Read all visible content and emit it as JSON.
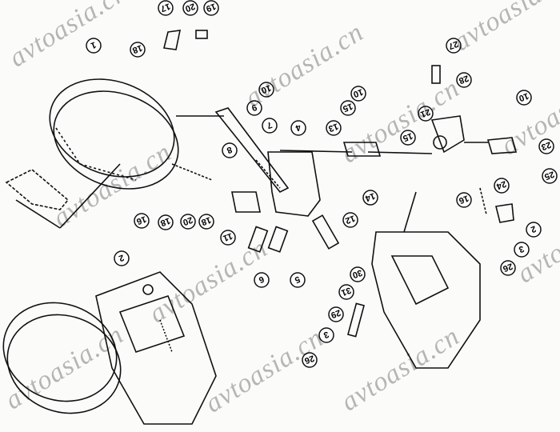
{
  "diagram": {
    "watermark": "avtoasia.cn",
    "callouts": [
      "17",
      "20",
      "19",
      "1",
      "18",
      "10",
      "9",
      "7",
      "4",
      "8",
      "16",
      "18",
      "20",
      "18",
      "11",
      "6",
      "5",
      "12",
      "2",
      "10",
      "15",
      "13",
      "15",
      "14",
      "27",
      "28",
      "21",
      "10",
      "23",
      "25",
      "24",
      "16",
      "2",
      "3",
      "26",
      "30",
      "31",
      "29",
      "3",
      "26"
    ],
    "ink_color": "#111111",
    "paper_color": "#fbfbfa"
  }
}
